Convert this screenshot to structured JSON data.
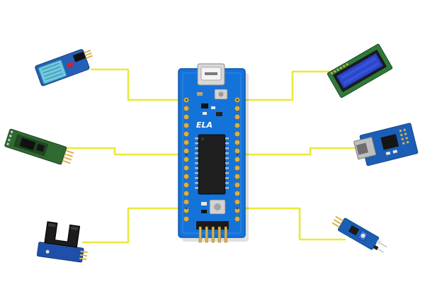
{
  "diagram": {
    "board_label": "ELA",
    "center_board": "microcontroller-board",
    "peripherals": [
      {
        "name": "dht11-temperature-humidity-sensor",
        "side": "left",
        "row": "top"
      },
      {
        "name": "bluetooth-serial-module",
        "side": "left",
        "row": "middle"
      },
      {
        "name": "optical-slot-speed-sensor",
        "side": "left",
        "row": "bottom"
      },
      {
        "name": "lcd-1602-display",
        "side": "right",
        "row": "top"
      },
      {
        "name": "ethernet-module",
        "side": "right",
        "row": "middle"
      },
      {
        "name": "infrared-obstacle-sensor",
        "side": "right",
        "row": "bottom"
      }
    ],
    "colors": {
      "wire": "#e9e93a",
      "pcb": "#1473d9",
      "pcb_dark": "#0d57ad",
      "pin": "#d8b04a",
      "lcd_screen": "#2b46c8",
      "dht_body": "#6ec9e0",
      "bt_body": "#2f6a32",
      "optical_body": "#1c1c1c"
    }
  }
}
